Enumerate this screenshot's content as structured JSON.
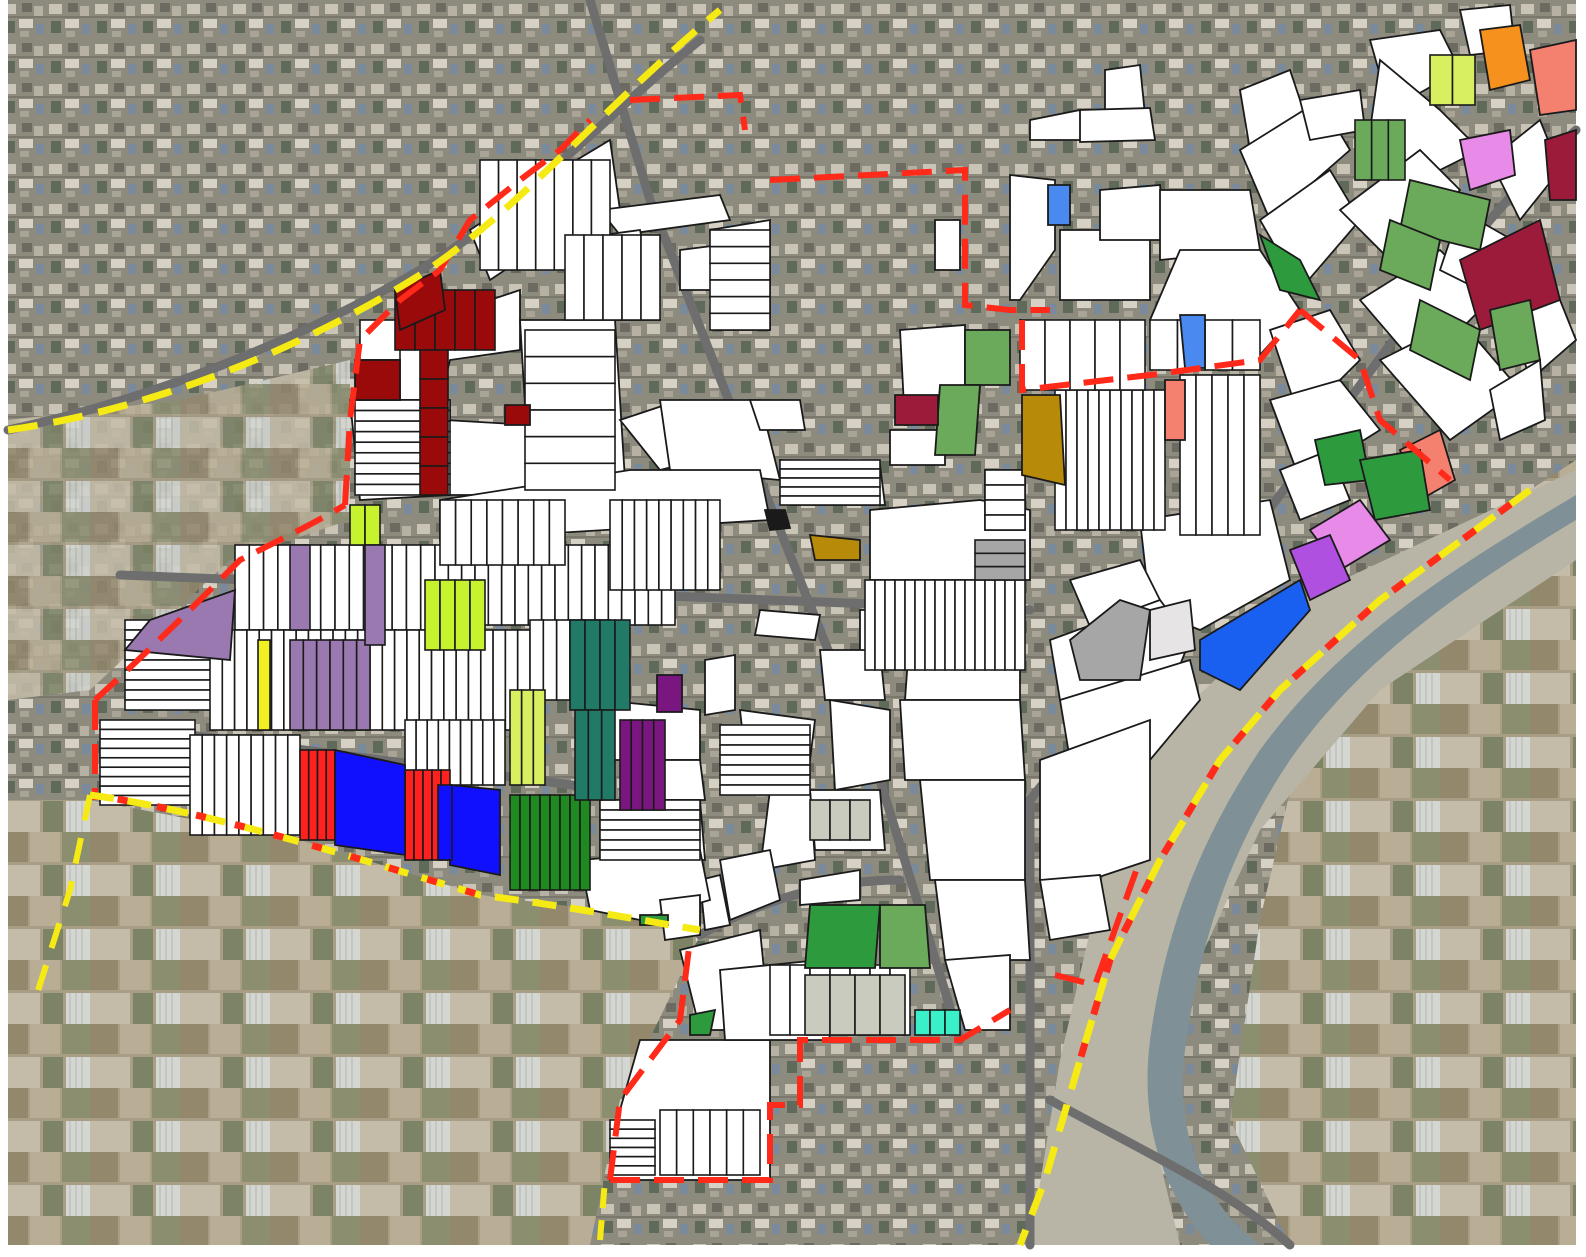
{
  "map": {
    "kind": "aerial-parcel-map",
    "labels": [],
    "legend": [],
    "colors": {
      "background": "#ffffff",
      "imagery_urban": "#8d8a7e",
      "imagery_farmland": "#a89e86",
      "imagery_riverbed": "#b9b5a6",
      "river_water": "#7f9196",
      "parcel_fill": "#ffffff",
      "parcel_outline": "#1a1a1a",
      "road": "#6e6e6e",
      "boundary_red": "#ff2a1a",
      "boundary_yellow": "#f5ea14",
      "dark_red": "#9a0a0a",
      "maroon": "#9c1a3a",
      "purple": "#9a78b0",
      "dark_purple": "#7a1680",
      "violet": "#b050e0",
      "pink": "#e88ae8",
      "salmon": "#f48070",
      "orange": "#f6911e",
      "lime": "#c6f22e",
      "yellow_green": "#d8f060",
      "yellow": "#f2f020",
      "green": "#6aaa5a",
      "dark_green": "#1f8a1f",
      "forest_green": "#2e9a3e",
      "teal": "#207a66",
      "aqua": "#39f0c8",
      "blue": "#1010ff",
      "light_blue": "#4a8af0",
      "royal_blue": "#1a60f0",
      "red": "#ff2020",
      "gold": "#b88a0a",
      "gray": "#a6a6a6",
      "pale_gray": "#c8cbbd"
    },
    "parcel_colors": [
      "dark_red",
      "maroon",
      "purple",
      "dark_purple",
      "violet",
      "pink",
      "salmon",
      "orange",
      "lime",
      "yellow_green",
      "yellow",
      "green",
      "dark_green",
      "forest_green",
      "teal",
      "aqua",
      "blue",
      "light_blue",
      "royal_blue",
      "red",
      "gold",
      "gray",
      "pale_gray"
    ],
    "boundaries": [
      {
        "name": "survey-boundary",
        "style": "red-dashed"
      },
      {
        "name": "district-boundary",
        "style": "yellow-red-dashed"
      }
    ]
  }
}
